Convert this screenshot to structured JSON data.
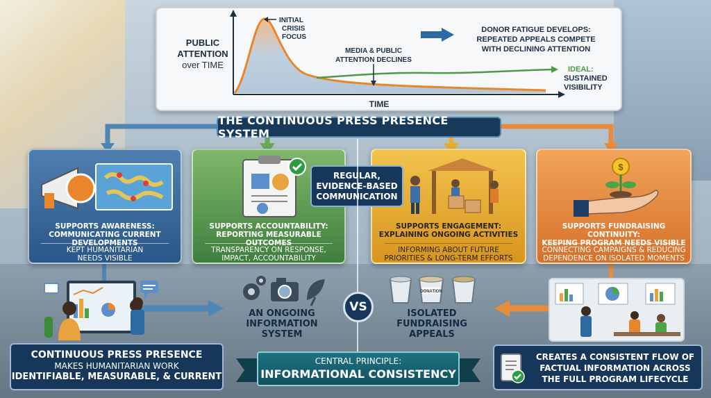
{
  "chart": {
    "y_label_1": "PUBLIC",
    "y_label_2": "ATTENTION",
    "y_label_3": "over TIME",
    "x_label": "TIME",
    "peak_label_1": "INITIAL",
    "peak_label_2": "CRISIS",
    "peak_label_3": "FOCUS",
    "decline_label_1": "MEDIA & PUBLIC",
    "decline_label_2": "ATTENTION DECLINES",
    "fatigue_1": "DONOR FATIGUE DEVELOPS:",
    "fatigue_2": "REPEATED APPEALS COMPETE",
    "fatigue_3": "WITH DECLINING ATTENTION",
    "ideal_1": "IDEAL:",
    "ideal_2": "SUSTAINED",
    "ideal_3": "VISIBILITY",
    "colors": {
      "crisis": "#e9862c",
      "ideal": "#4d9a46",
      "fill": "#9fb8cf"
    }
  },
  "system_title": "THE CONTINUOUS PRESS PRESENCE SYSTEM",
  "center_box": {
    "l1": "REGULAR,",
    "l2": "EVIDENCE-BASED",
    "l3": "COMMUNICATION"
  },
  "cards": [
    {
      "head1": "SUPPORTS AWARENESS:",
      "head2": "COMMUNICATING CURRENT DEVELOPMENTS",
      "body1": "KEPT HUMANITARIAN",
      "body2": "NEEDS VISIBLE",
      "icon": "megaphone-map-icon"
    },
    {
      "head1": "SUPPORTS ACCOUNTABILITY:",
      "head2": "REPORTING MEASURABLE OUTCOMES",
      "body1": "TRANSPARENCY ON RESPONSE,",
      "body2": "IMPACT, ACCOUNTABILITY",
      "icon": "clipboard-report-icon"
    },
    {
      "head1": "SUPPORTS ENGAGEMENT:",
      "head2": "EXPLAINING ONGOING ACTIVITIES",
      "body1": "INFORMING ABOUT FUTURE",
      "body2": "PRIORITIES & LONG-TERM EFFORTS",
      "icon": "aid-workers-icon"
    },
    {
      "head1": "SUPPORTS FUNDRAISING CONTINUITY:",
      "head2": "KEEPING PROGRAM NEEDS VISIBLE",
      "body1": "CONNECTING CAMPAIGNS & REDUCING",
      "body2": "DEPENDENCE ON ISOLATED MOMENTS",
      "icon": "hand-coin-plant-icon"
    }
  ],
  "vs": "VS",
  "ongoing": {
    "l1": "AN ONGOING",
    "l2": "INFORMATION",
    "l3": "SYSTEM"
  },
  "isolated": {
    "l1": "ISOLATED",
    "l2": "FUNDRAISING",
    "l3": "APPEALS"
  },
  "bucket_label": "DONATION",
  "bottom_left": {
    "l1": "CONTINUOUS PRESS PRESENCE",
    "l2": "MAKES HUMANITARIAN WORK",
    "l3": "IDENTIFIABLE, MEASURABLE, & CURRENT"
  },
  "principle": {
    "l1": "CENTRAL PRINCIPLE:",
    "l2": "INFORMATIONAL CONSISTENCY"
  },
  "bottom_right": {
    "l1": "CREATES A CONSISTENT FLOW OF",
    "l2": "FACTUAL INFORMATION ACROSS",
    "l3": "THE FULL PROGRAM LIFECYCLE"
  }
}
